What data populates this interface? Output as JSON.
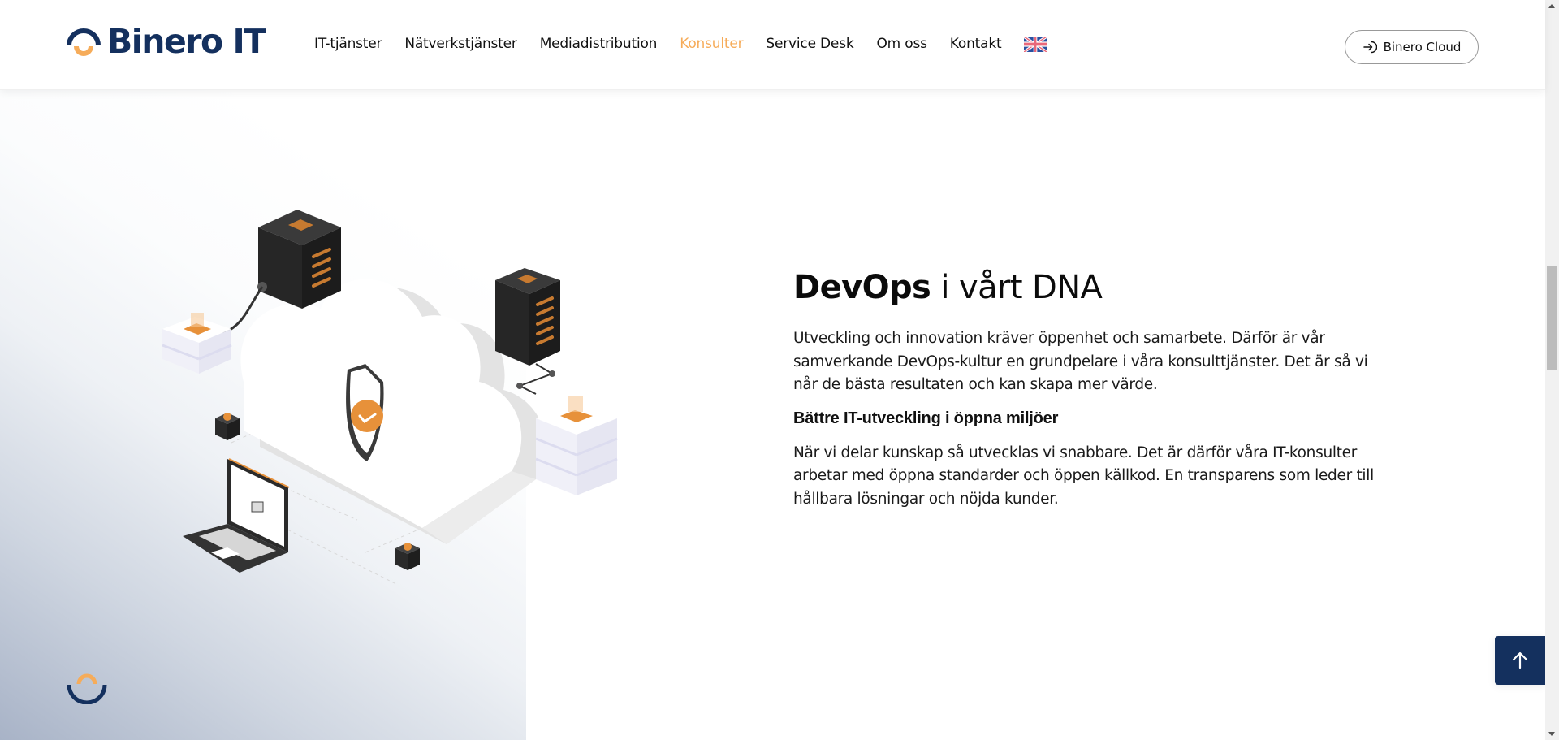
{
  "header": {
    "logo_text": "Binero IT",
    "nav": [
      {
        "label": "IT-tjänster",
        "active": false
      },
      {
        "label": "Nätverkstjänster",
        "active": false
      },
      {
        "label": "Mediadistribution",
        "active": false
      },
      {
        "label": "Konsulter",
        "active": true
      },
      {
        "label": "Service Desk",
        "active": false
      },
      {
        "label": "Om oss",
        "active": false
      },
      {
        "label": "Kontakt",
        "active": false
      }
    ],
    "language_icon": "uk-flag-icon",
    "cloud_button": {
      "label": "Binero Cloud",
      "icon": "login-arrow-icon"
    }
  },
  "content": {
    "title_bold": "DevOps",
    "title_rest": " i vårt DNA",
    "paragraph_1": "Utveckling och innovation kräver öppenhet och samarbete. Därför är vår samverkande DevOps-kultur en grundpelare i våra konsulttjänster. Det är så vi når de bästa resultaten och kan skapa mer värde.",
    "subheading": "Bättre IT-utveckling i öppna miljöer",
    "paragraph_2": "När vi delar kunskap så utvecklas vi snabbare. Det är därför våra IT-konsulter arbetar med öppna standarder och öppen källkod. En transparens som leder till hållbara lösningar och nöjda kunder."
  },
  "illustration": {
    "description": "isometric cloud with security shield, servers, laptop and nodes"
  },
  "back_to_top": {
    "icon": "arrow-up-icon"
  },
  "colors": {
    "brand_navy": "#14305e",
    "brand_orange": "#f6ac5a",
    "text": "#111111"
  }
}
